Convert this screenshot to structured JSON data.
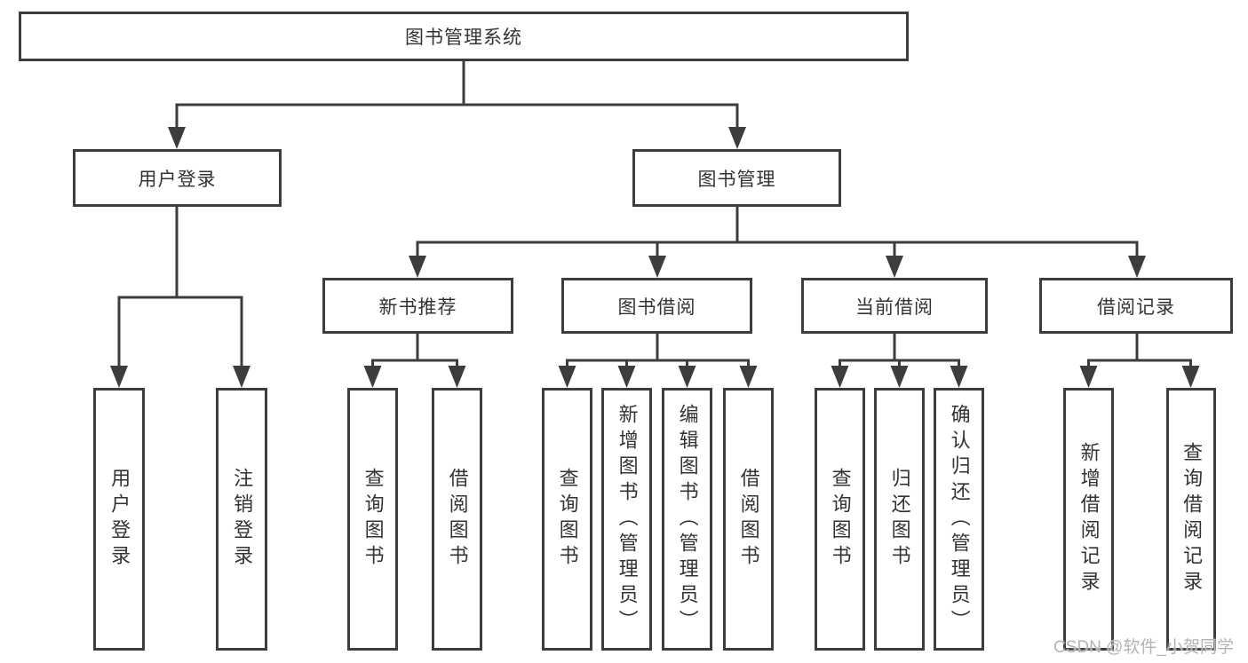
{
  "diagram_type": "functional-decomposition-tree",
  "colors": {
    "line": "#3d3d3d",
    "text": "#333333",
    "watermark": "#b3b3b3"
  },
  "tree": {
    "label": "图书管理系统",
    "children": [
      {
        "label": "用户登录",
        "children": [
          {
            "label": "用户登录"
          },
          {
            "label": "注销登录"
          }
        ]
      },
      {
        "label": "图书管理",
        "children": [
          {
            "label": "新书推荐",
            "children": [
              {
                "label": "查询图书"
              },
              {
                "label": "借阅图书"
              }
            ]
          },
          {
            "label": "图书借阅",
            "children": [
              {
                "label": "查询图书"
              },
              {
                "label": "新增图书（管理员）"
              },
              {
                "label": "编辑图书（管理员）"
              },
              {
                "label": "借阅图书"
              }
            ]
          },
          {
            "label": "当前借阅",
            "children": [
              {
                "label": "查询图书"
              },
              {
                "label": "归还图书"
              },
              {
                "label": "确认归还（管理员）"
              }
            ]
          },
          {
            "label": "借阅记录",
            "children": [
              {
                "label": "新增借阅记录"
              },
              {
                "label": "查询借阅记录"
              }
            ]
          }
        ]
      }
    ]
  },
  "watermark": "CSDN @软件_小贺同学"
}
